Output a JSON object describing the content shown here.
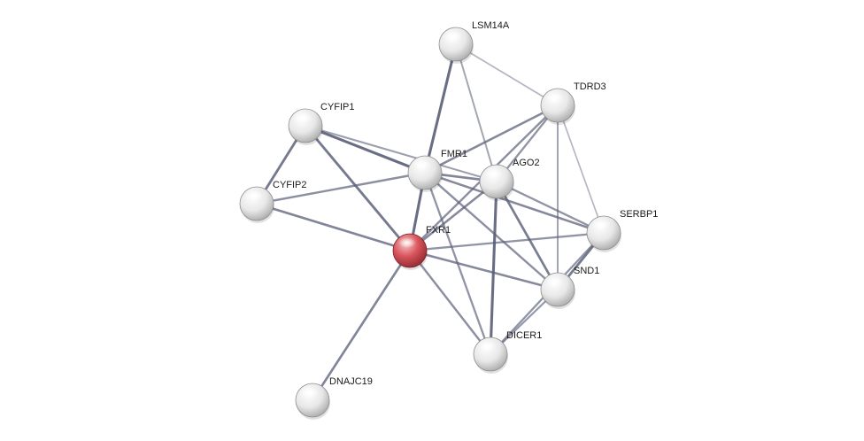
{
  "network": {
    "query_protein": "FXR1",
    "colors": {
      "query_node": "#d9545b",
      "other_node": "#e6e6e6",
      "edge": "#5a6078"
    },
    "nodes": [
      {
        "id": "LSM14A",
        "label": "LSM14A"
      },
      {
        "id": "TDRD3",
        "label": "TDRD3"
      },
      {
        "id": "CYFIP1",
        "label": "CYFIP1"
      },
      {
        "id": "FMR1",
        "label": "FMR1"
      },
      {
        "id": "AGO2",
        "label": "AGO2"
      },
      {
        "id": "CYFIP2",
        "label": "CYFIP2"
      },
      {
        "id": "SERBP1",
        "label": "SERBP1"
      },
      {
        "id": "FXR1",
        "label": "FXR1"
      },
      {
        "id": "SND1",
        "label": "SND1"
      },
      {
        "id": "DICER1",
        "label": "DICER1"
      },
      {
        "id": "DNAJC19",
        "label": "DNAJC19"
      }
    ],
    "edges": [
      {
        "source": "LSM14A",
        "target": "FMR1",
        "confidence": 0.95
      },
      {
        "source": "LSM14A",
        "target": "AGO2",
        "confidence": 0.45
      },
      {
        "source": "LSM14A",
        "target": "TDRD3",
        "confidence": 0.3
      },
      {
        "source": "TDRD3",
        "target": "FMR1",
        "confidence": 0.7
      },
      {
        "source": "TDRD3",
        "target": "AGO2",
        "confidence": 0.6
      },
      {
        "source": "TDRD3",
        "target": "FXR1",
        "confidence": 0.65
      },
      {
        "source": "TDRD3",
        "target": "SND1",
        "confidence": 0.45
      },
      {
        "source": "TDRD3",
        "target": "SERBP1",
        "confidence": 0.3
      },
      {
        "source": "CYFIP1",
        "target": "CYFIP2",
        "confidence": 0.85
      },
      {
        "source": "CYFIP1",
        "target": "FMR1",
        "confidence": 0.95
      },
      {
        "source": "CYFIP1",
        "target": "FXR1",
        "confidence": 0.85
      },
      {
        "source": "CYFIP1",
        "target": "AGO2",
        "confidence": 0.5
      },
      {
        "source": "CYFIP2",
        "target": "FMR1",
        "confidence": 0.65
      },
      {
        "source": "CYFIP2",
        "target": "FXR1",
        "confidence": 0.75
      },
      {
        "source": "FMR1",
        "target": "FXR1",
        "confidence": 0.95
      },
      {
        "source": "FMR1",
        "target": "AGO2",
        "confidence": 0.75
      },
      {
        "source": "FMR1",
        "target": "SERBP1",
        "confidence": 0.7
      },
      {
        "source": "FMR1",
        "target": "SND1",
        "confidence": 0.65
      },
      {
        "source": "FMR1",
        "target": "DICER1",
        "confidence": 0.6
      },
      {
        "source": "AGO2",
        "target": "FXR1",
        "confidence": 0.7
      },
      {
        "source": "AGO2",
        "target": "DICER1",
        "confidence": 0.95
      },
      {
        "source": "AGO2",
        "target": "SND1",
        "confidence": 0.8
      },
      {
        "source": "AGO2",
        "target": "SERBP1",
        "confidence": 0.6
      },
      {
        "source": "FXR1",
        "target": "SERBP1",
        "confidence": 0.6
      },
      {
        "source": "FXR1",
        "target": "SND1",
        "confidence": 0.7
      },
      {
        "source": "FXR1",
        "target": "DICER1",
        "confidence": 0.65
      },
      {
        "source": "FXR1",
        "target": "DNAJC19",
        "confidence": 0.75
      },
      {
        "source": "SERBP1",
        "target": "SND1",
        "confidence": 0.85
      },
      {
        "source": "SERBP1",
        "target": "DICER1",
        "confidence": 0.6
      },
      {
        "source": "SND1",
        "target": "DICER1",
        "confidence": 0.55
      }
    ]
  }
}
